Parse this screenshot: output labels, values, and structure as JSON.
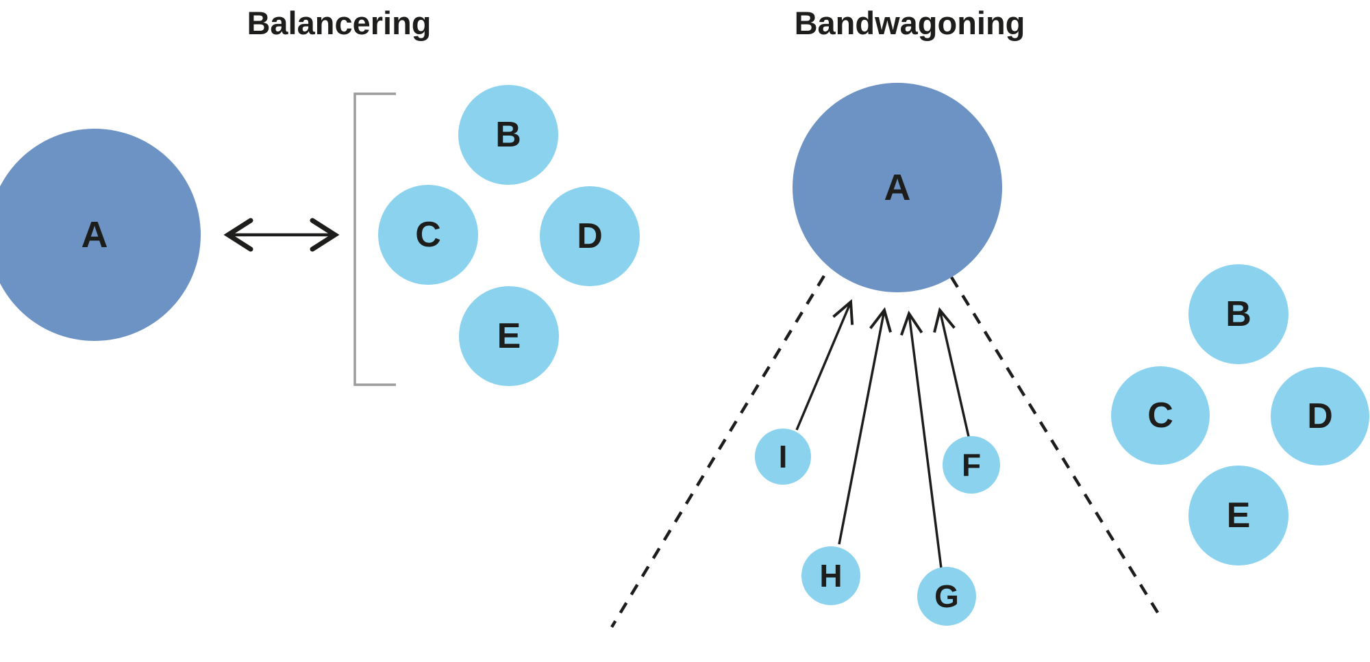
{
  "colors": {
    "background": "#FFFFFF",
    "major_power_fill": "#6D92C4",
    "minor_power_fill": "#8BD2EF",
    "ink": "#1D1D1B",
    "bracket_gray": "#9C9C9C"
  },
  "balancing": {
    "title": "Balancering",
    "major_power": {
      "label": "A"
    },
    "coalition": {
      "top": {
        "label": "B"
      },
      "left": {
        "label": "C"
      },
      "right": {
        "label": "D"
      },
      "bottom": {
        "label": "E"
      }
    }
  },
  "bandwagoning": {
    "title": "Bandwagoning",
    "major_power": {
      "label": "A"
    },
    "bandwagoners": {
      "far_left": {
        "label": "I"
      },
      "mid_left": {
        "label": "H"
      },
      "mid_right": {
        "label": "G"
      },
      "far_right": {
        "label": "F"
      }
    },
    "coalition": {
      "top": {
        "label": "B"
      },
      "left": {
        "label": "C"
      },
      "right": {
        "label": "D"
      },
      "bottom": {
        "label": "E"
      }
    }
  }
}
